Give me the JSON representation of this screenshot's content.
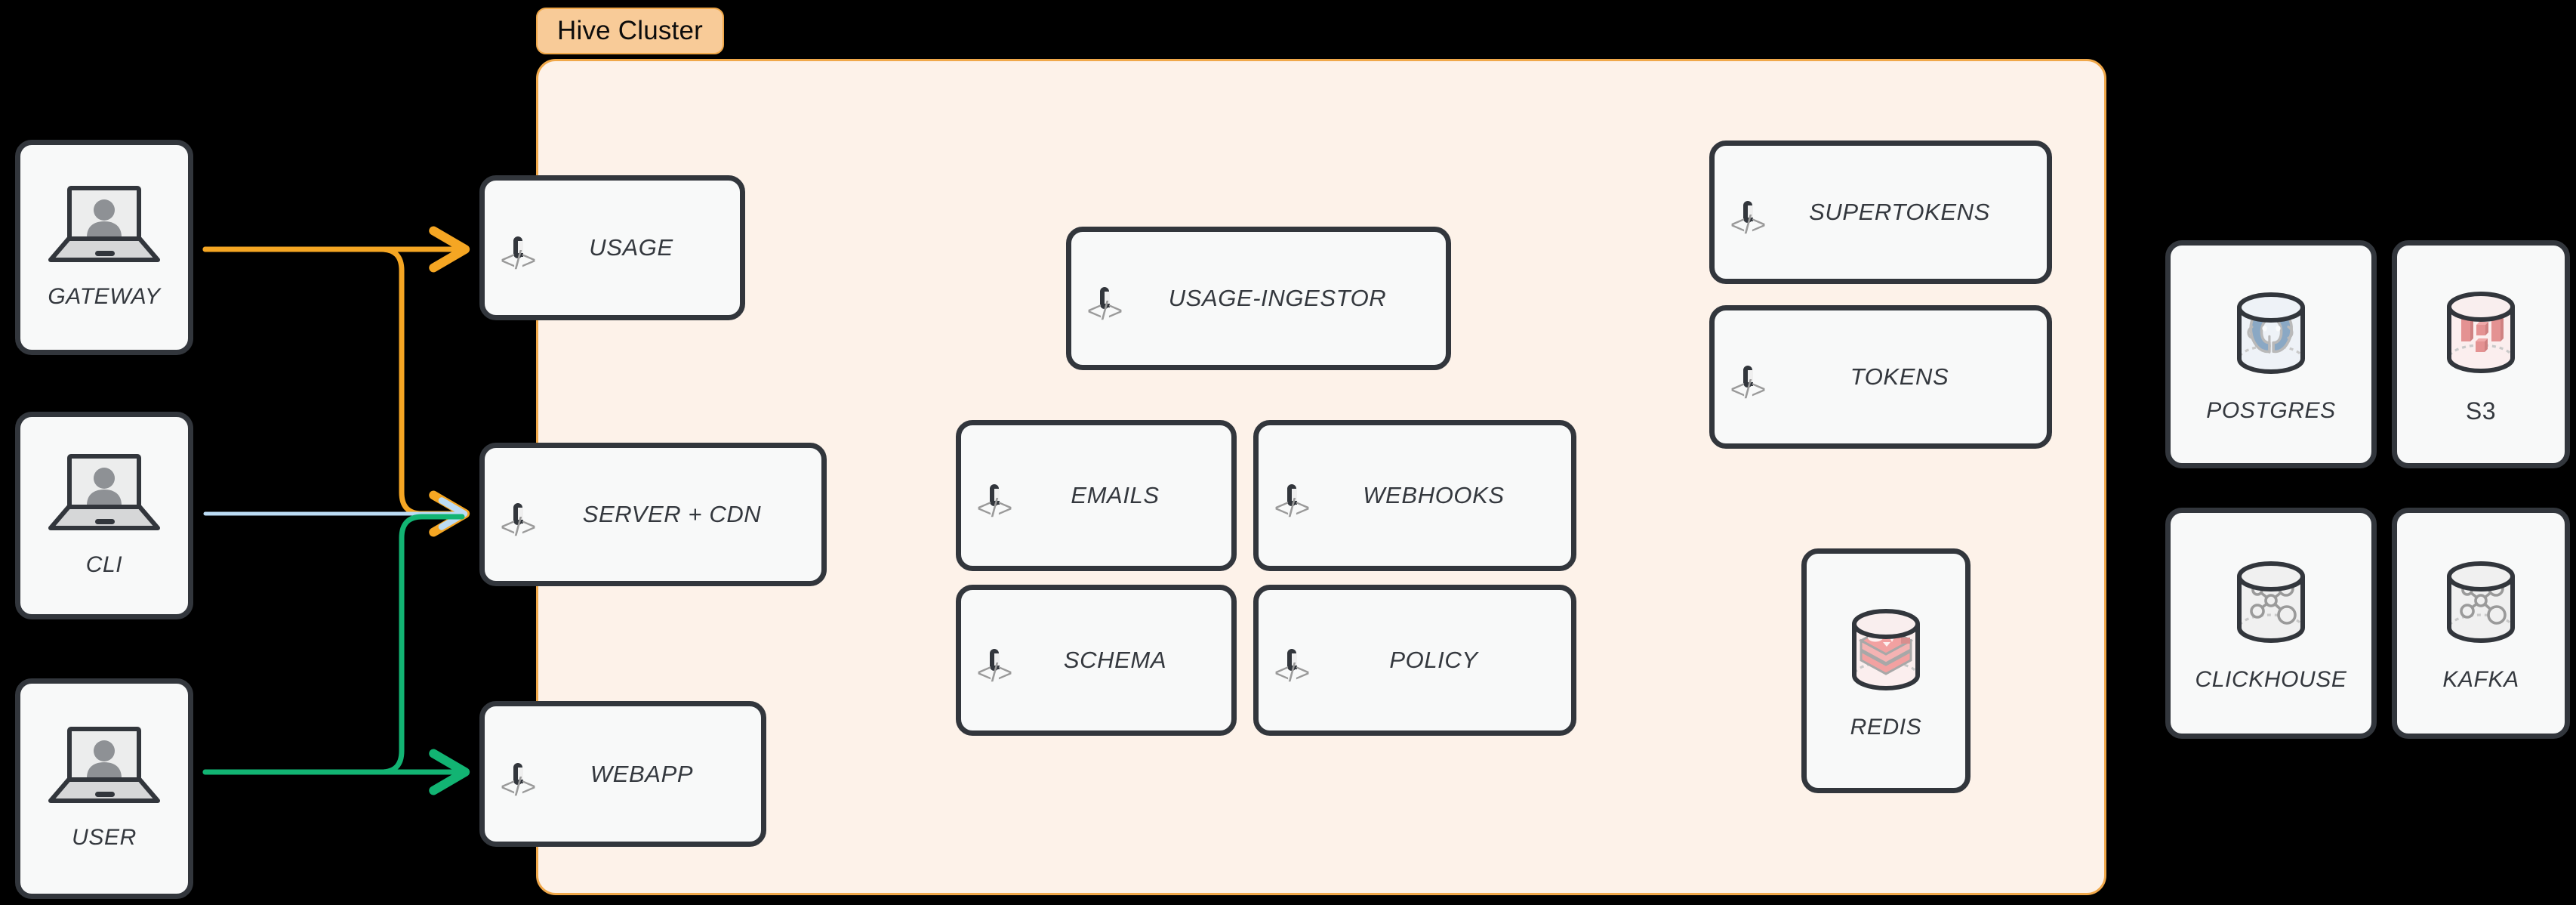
{
  "diagram": {
    "background_color": "#000000",
    "cluster": {
      "label": "Hive Cluster",
      "fill_color": "#fdf2e9",
      "border_color": "#f0a84a",
      "badge_fill": "#f8cb98"
    },
    "clients": [
      {
        "id": "gateway",
        "label": "GATEWAY",
        "icon": "laptop-user-icon"
      },
      {
        "id": "cli",
        "label": "CLI",
        "icon": "laptop-user-icon"
      },
      {
        "id": "user",
        "label": "USER",
        "icon": "laptop-user-icon"
      }
    ],
    "edge_services": [
      {
        "id": "usage",
        "label": "USAGE",
        "icon": "code-window-icon"
      },
      {
        "id": "server-cdn",
        "label": "SERVER + CDN",
        "icon": "code-window-icon"
      },
      {
        "id": "webapp",
        "label": "WEBAPP",
        "icon": "code-window-icon"
      }
    ],
    "core_services": [
      {
        "id": "usage-ingestor",
        "label": "USAGE-INGESTOR",
        "icon": "code-window-icon"
      },
      {
        "id": "emails",
        "label": "EMAILS",
        "icon": "code-window-icon"
      },
      {
        "id": "webhooks",
        "label": "WEBHOOKS",
        "icon": "code-window-icon"
      },
      {
        "id": "schema",
        "label": "SCHEMA",
        "icon": "code-window-icon"
      },
      {
        "id": "policy",
        "label": "POLICY",
        "icon": "code-window-icon"
      }
    ],
    "auth_services": [
      {
        "id": "supertokens",
        "label": "SUPERTOKENS",
        "icon": "code-window-icon"
      },
      {
        "id": "tokens",
        "label": "TOKENS",
        "icon": "code-window-icon"
      }
    ],
    "cluster_datastores": [
      {
        "id": "redis",
        "label": "REDIS",
        "icon": "redis-cylinder-icon",
        "accent": "#f0a0a0"
      }
    ],
    "external_datastores": [
      {
        "id": "postgres",
        "label": "POSTGRES",
        "icon": "postgres-cylinder-icon",
        "accent": "#8aa8c4"
      },
      {
        "id": "s3",
        "label": "S3",
        "icon": "s3-cylinder-icon",
        "accent": "#e49292"
      },
      {
        "id": "clickhouse",
        "label": "CLICKHOUSE",
        "icon": "clickhouse-cylinder-icon",
        "accent": "#9a9a9a"
      },
      {
        "id": "kafka",
        "label": "KAFKA",
        "icon": "kafka-cylinder-icon",
        "accent": "#9a9a9a"
      }
    ],
    "connections": [
      {
        "from": "gateway",
        "to": "usage",
        "color": "#f5a623"
      },
      {
        "from": "gateway",
        "to": "server-cdn",
        "color": "#f5a623"
      },
      {
        "from": "cli",
        "to": "server-cdn",
        "color": "#bcdcf5"
      },
      {
        "from": "user",
        "to": "server-cdn",
        "color": "#12b473"
      },
      {
        "from": "user",
        "to": "webapp",
        "color": "#12b473"
      }
    ]
  }
}
